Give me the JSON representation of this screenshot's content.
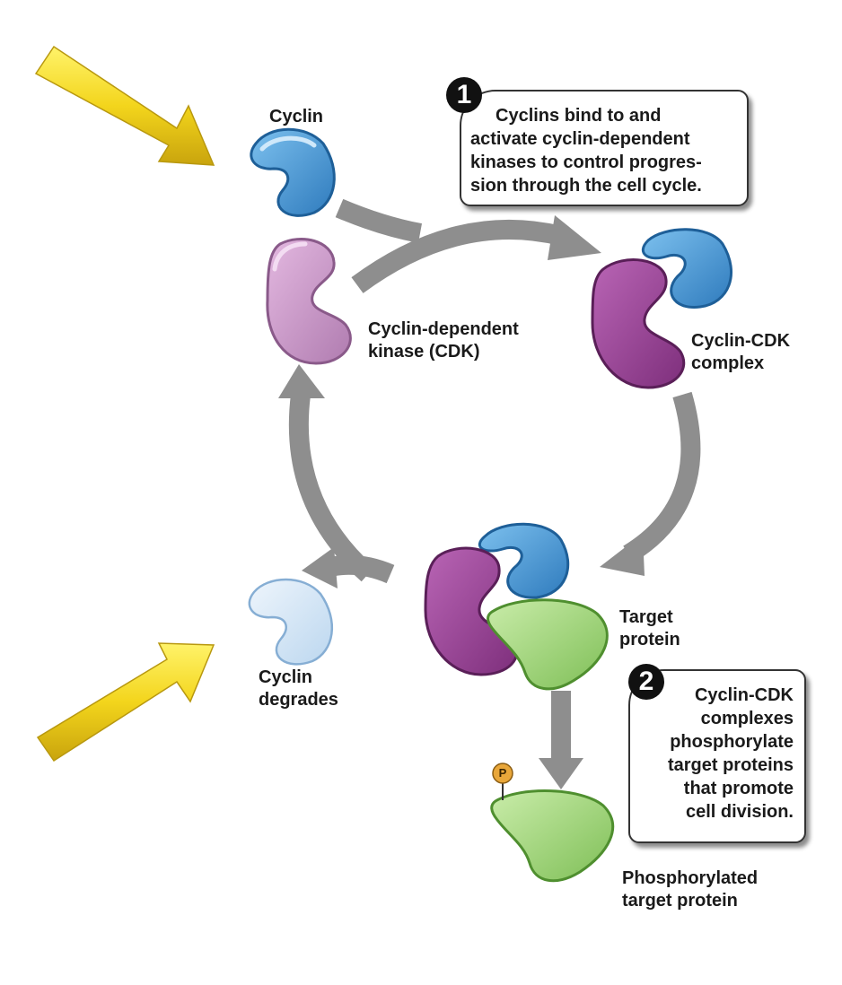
{
  "labels": {
    "cyclin": "Cyclin",
    "cdk_line1": "Cyclin-dependent",
    "cdk_line2": "kinase (CDK)",
    "complex_line1": "Cyclin-CDK",
    "complex_line2": "complex",
    "target_line1": "Target",
    "target_line2": "protein",
    "degrades_line1": "Cyclin",
    "degrades_line2": "degrades",
    "phos_line1": "Phosphorylated",
    "phos_line2": "target protein",
    "phosphate": "P"
  },
  "callouts": [
    {
      "number": "1",
      "lines": [
        "Cyclins bind to and",
        "activate cyclin-dependent",
        "kinases to control progres-",
        "sion through the cell cycle."
      ]
    },
    {
      "number": "2",
      "lines": [
        "Cyclin-CDK",
        "complexes",
        "phosphorylate",
        "target proteins",
        "that promote",
        "cell division."
      ]
    }
  ],
  "colors": {
    "cyclin": "#4a93cf",
    "cdk": "#c58fc2",
    "complex_cdk": "#9b4a98",
    "target": "#9dd17a",
    "degraded": "#d6e7f6",
    "arrow_gray": "#8e8e8e",
    "highlight_arrow": "#f2d21c",
    "phosphate": "#e9a73a"
  }
}
